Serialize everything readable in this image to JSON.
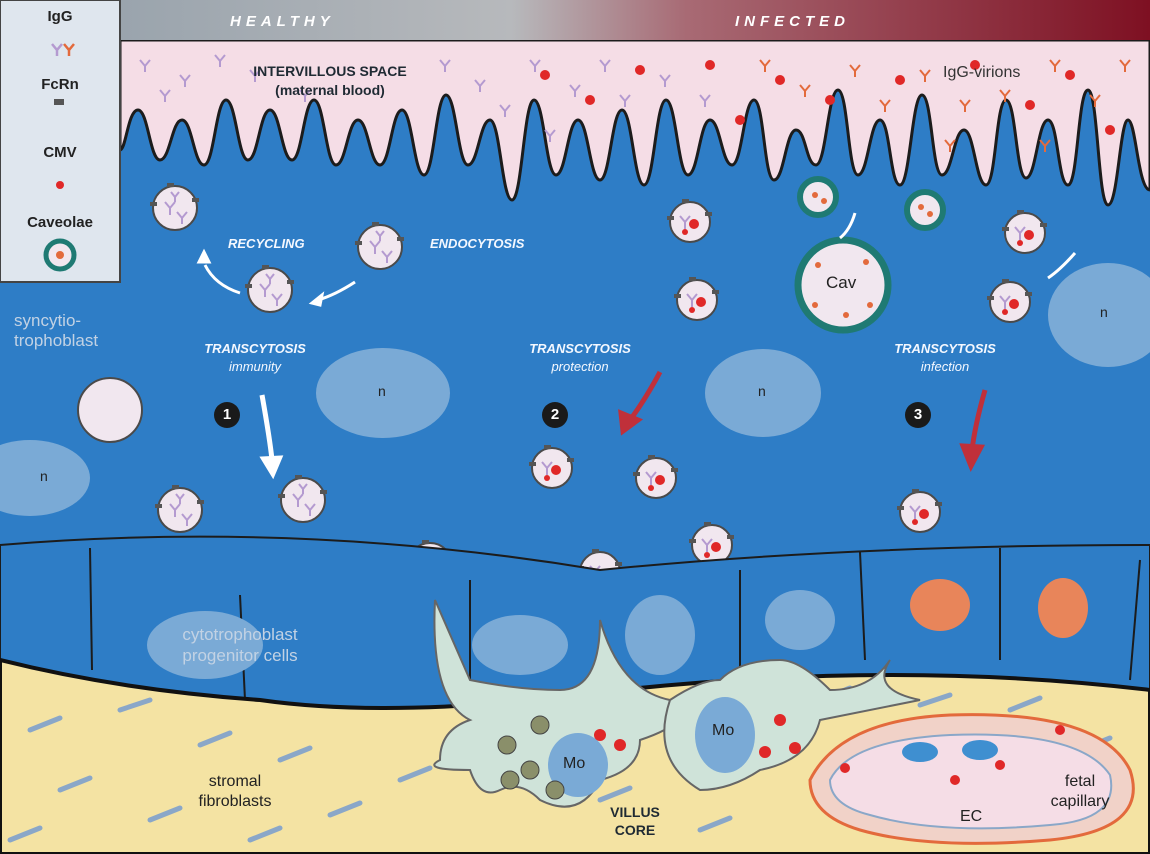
{
  "header": {
    "healthy": "HEALTHY",
    "infected": "INFECTED"
  },
  "legend": {
    "igg": "IgG",
    "fcrn": "FcRn",
    "cmv": "CMV",
    "caveolae": "Caveolae"
  },
  "labels": {
    "intervillous_space": "INTERVILLOUS SPACE",
    "maternal_blood": "(maternal blood)",
    "igg_virions": "IgG-virions",
    "recycling": "RECYCLING",
    "endocytosis": "ENDOCYTOSIS",
    "syncytio_1": "syncytio-",
    "syncytio_2": "trophoblast",
    "cav": "Cav",
    "nucleus": "n",
    "cytotrophoblast_1": "cytotrophoblast",
    "cytotrophoblast_2": "progenitor cells",
    "stromal_1": "stromal",
    "stromal_2": "fibroblasts",
    "villus_1": "VILLUS",
    "villus_2": "CORE",
    "macrophage": "Mo",
    "fetal_1": "fetal",
    "fetal_2": "capillary",
    "ec": "EC"
  },
  "pathways": [
    {
      "number": "1",
      "title": "TRANSCYTOSIS",
      "subtitle": "immunity"
    },
    {
      "number": "2",
      "title": "TRANSCYTOSIS",
      "subtitle": "protection"
    },
    {
      "number": "3",
      "title": "TRANSCYTOSIS",
      "subtitle": "infection"
    }
  ],
  "colors": {
    "syncytiotrophoblast": "#2e7dc6",
    "intervillous": "#f5dde6",
    "stroma": "#f4e3a3",
    "macrophage": "#cfe3d9",
    "igg": "#b49ad0",
    "cmv": "#e02828",
    "caveolae": "#1f7a73",
    "infected_header": "#7e1022"
  }
}
